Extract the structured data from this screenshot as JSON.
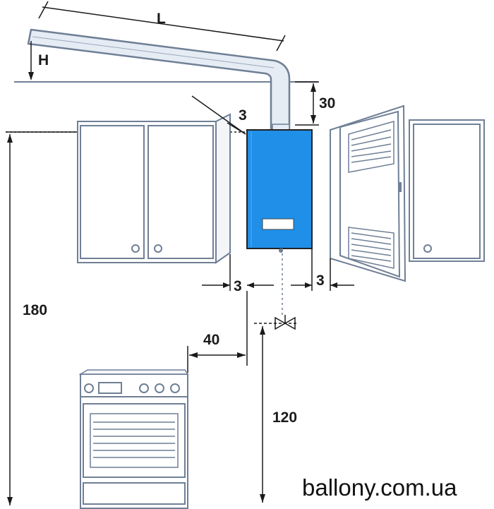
{
  "labels": {
    "pipe_length": "L",
    "pipe_height": "H",
    "ceiling_gap": "30",
    "side_gap_top": "3",
    "side_gap_left": "3",
    "side_gap_right": "3",
    "stove_gap": "40",
    "cabinet_height": "180",
    "tap_height": "120"
  },
  "watermark": "ballony.com.ua",
  "colors": {
    "line": "#6f7f95",
    "dim_line": "#1a1a1a",
    "heater_body": "#1f8fe8",
    "heater_outline": "#222222",
    "panel": "#ffffff",
    "cabinet_fill": "#ffffff",
    "pipe_fill": "#e6ecf4"
  }
}
